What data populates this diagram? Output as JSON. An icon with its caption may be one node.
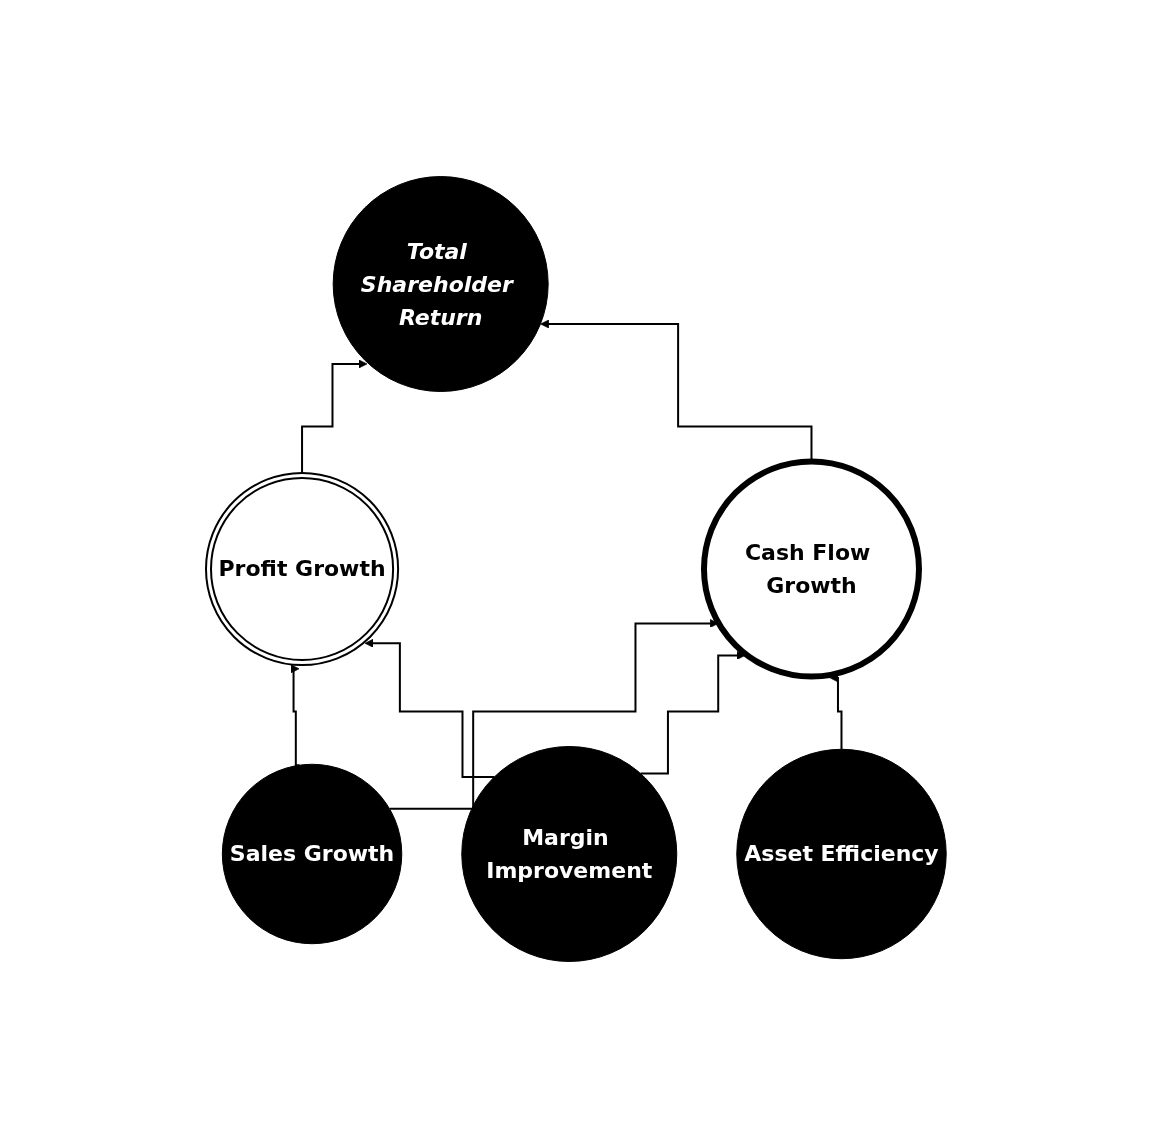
{
  "diagram": {
    "nodes": [
      {
        "text": [
          "Total Shareholder Return"
        ]
      },
      {
        "text": [
          "Profit Growth"
        ]
      },
      {
        "text": [
          "Cash Flow Growth"
        ]
      },
      {
        "text": [
          "Sales Growth"
        ]
      },
      {
        "text": [
          "Margin Improvement"
        ]
      },
      {
        "text": [
          "Asset Efficiency"
        ]
      }
    ],
    "edges": [
      {
        "from": 1,
        "to": 0,
        "arrow": "to"
      },
      {
        "from": 2,
        "to": 0,
        "arrow": "to"
      },
      {
        "from": 3,
        "to": 1,
        "arrow": "to"
      },
      {
        "from": 4,
        "to": 1,
        "arrow": "to"
      },
      {
        "from": 3,
        "to": 2,
        "arrow": "to"
      },
      {
        "from": 4,
        "to": 2,
        "arrow": "to"
      },
      {
        "from": 5,
        "to": 2,
        "arrow": "to"
      }
    ]
  }
}
